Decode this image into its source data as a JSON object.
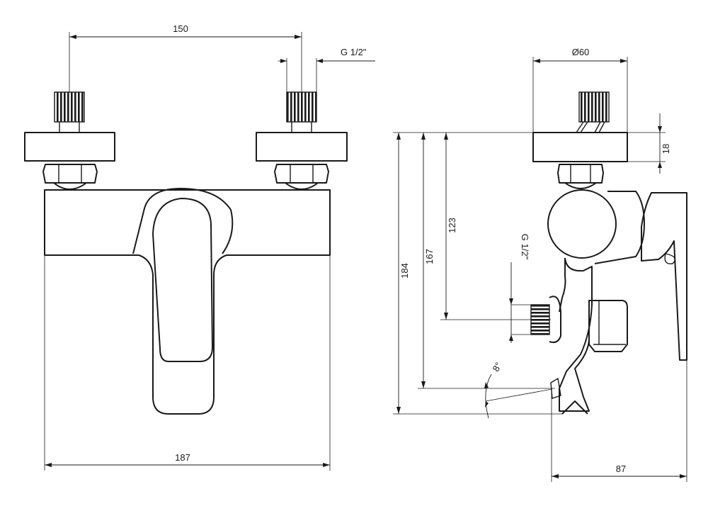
{
  "drawing": {
    "front": {
      "inlet_spacing": "150",
      "inlet_thread": "G 1/2\"",
      "overall_width": "187"
    },
    "side": {
      "escutcheon_diameter": "Ø60",
      "escutcheon_depth": "18",
      "height_to_outlet": "123",
      "height_to_spout_tip": "167",
      "overall_height": "184",
      "outlet_thread": "G 1/2\"",
      "spout_angle": "8°",
      "projection": "87"
    }
  }
}
